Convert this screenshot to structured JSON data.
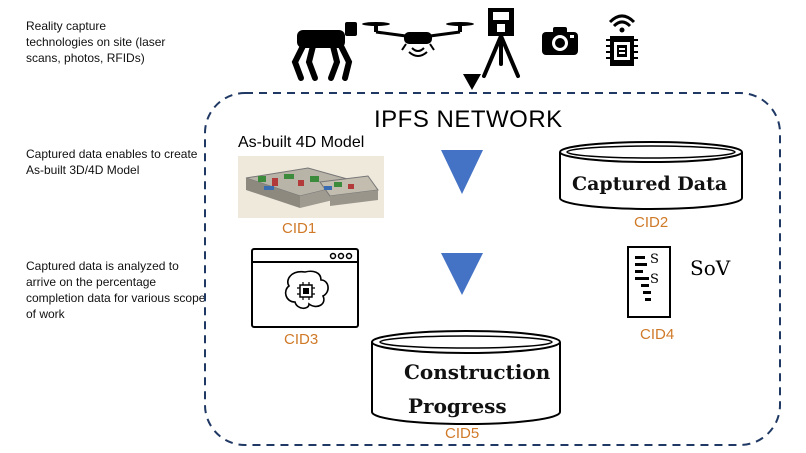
{
  "side_notes": [
    "Reality capture technologies on site (laser scans, photos, RFIDs)",
    "Captured data enables to create As-built 3D/4D Model",
    "Captured data is analyzed to arrive on the percentage completion data for various scope of work"
  ],
  "network_title": "IPFS NETWORK",
  "model_title": "As-built 4D Model",
  "captured_db_label": "Captured Data",
  "progress_db_line1": "Construction",
  "progress_db_line2": "Progress",
  "sov_label": "SoV",
  "sov_glyph": "S",
  "cids": {
    "cid1": "CID1",
    "cid2": "CID2",
    "cid3": "CID3",
    "cid4": "CID4",
    "cid5": "CID5"
  },
  "icons": [
    "robot-dog-icon",
    "drone-icon",
    "laser-scanner-icon",
    "camera-icon",
    "rfid-chip-icon",
    "brain-chip-icon",
    "document-icon"
  ],
  "colors": {
    "dashed_border": "#1f3864",
    "arrow_blue": "#4472c4",
    "cid_orange": "#d07a28"
  }
}
